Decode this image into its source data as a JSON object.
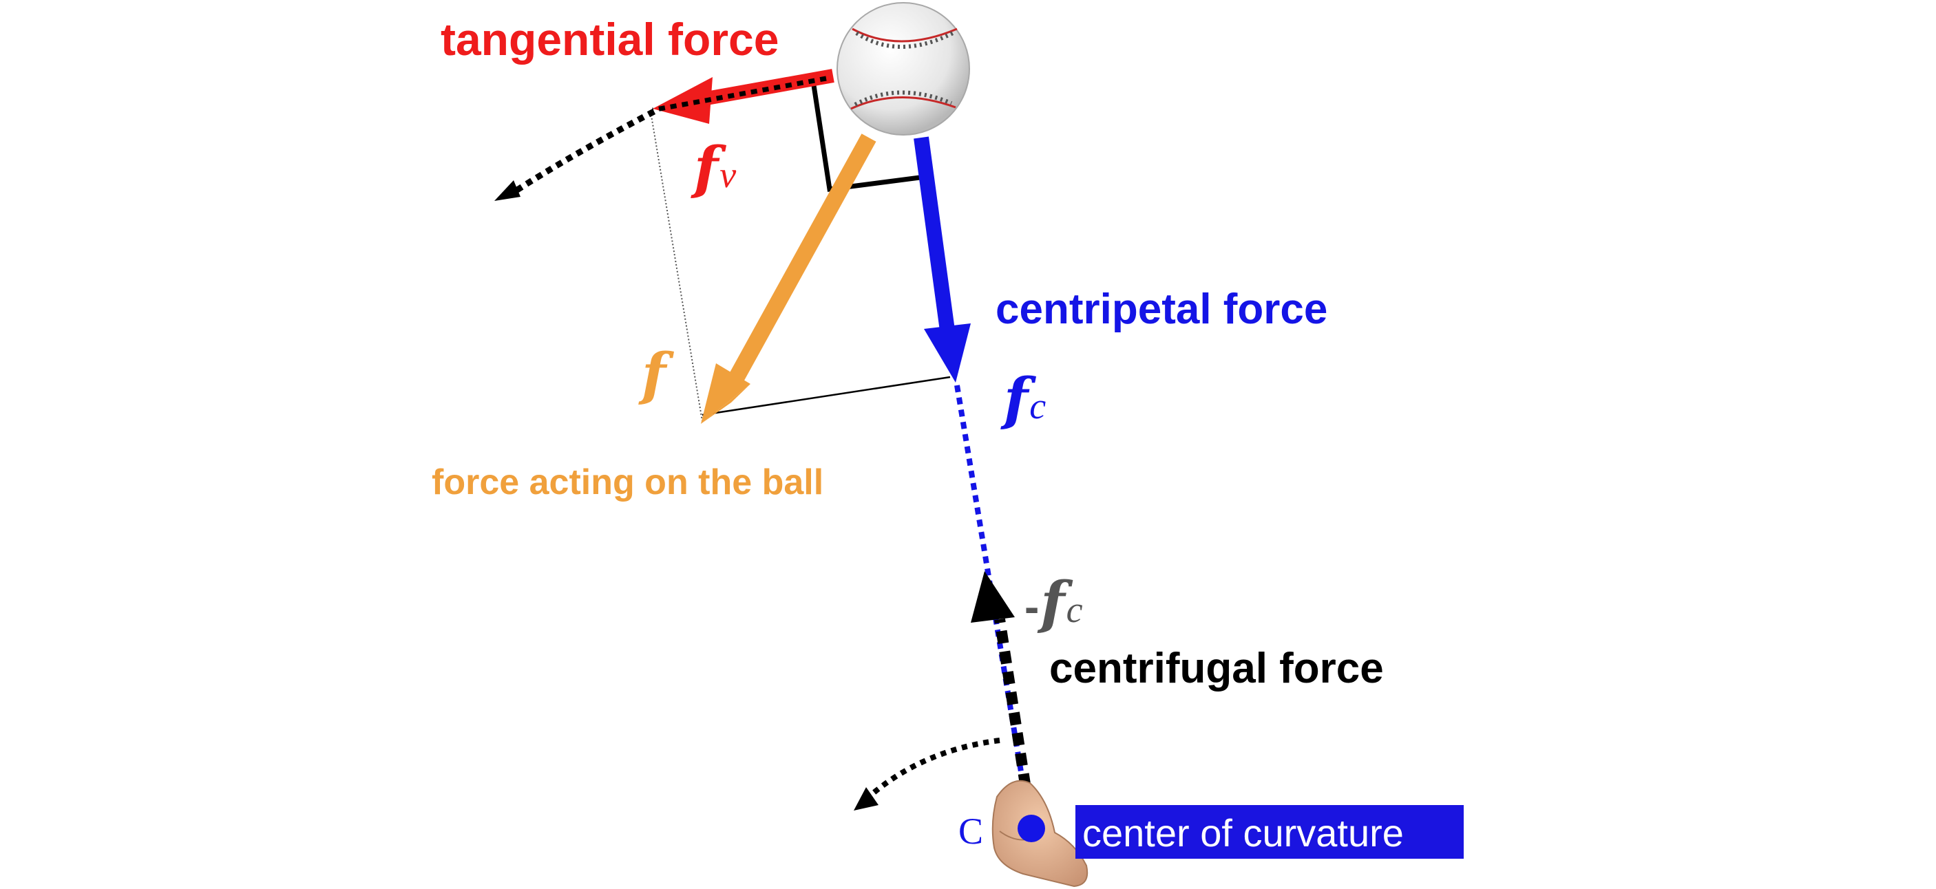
{
  "labels": {
    "tangential_force": "tangential force",
    "fv_main": "f",
    "fv_sub": "v",
    "centripetal_force": "centripetal force",
    "fc_main": "f",
    "fc_sub": "c",
    "f": "f",
    "force_on_ball": "force acting on the ball",
    "neg_fc_prefix": "-",
    "neg_fc_main": "f",
    "neg_fc_sub": "c",
    "centrifugal_force": "centrifugal force",
    "c_point": "C",
    "center_of_curvature": "center of curvature"
  },
  "colors": {
    "tangential": "#ef1c1c",
    "centripetal": "#1414e6",
    "resultant": "#f0a03c",
    "centrifugal": "#000000",
    "neg_fc_label": "#555555",
    "callout_bg": "#1a14e0",
    "callout_text": "#ffffff"
  },
  "icons": {
    "ball": "baseball-icon",
    "hand": "hand-icon"
  }
}
